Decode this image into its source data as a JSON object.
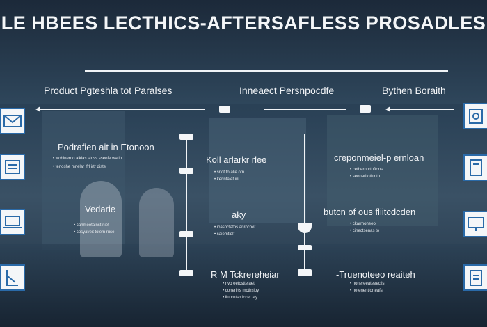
{
  "title": "LE HBEES LECTHICS-AFTERSAFLESS PROSADLES",
  "columns": {
    "left": {
      "header": "Product Pgteshla tot Paralses",
      "items": [
        {
          "heading": "Podrafien ait in Etonoon",
          "lines": [
            "• wohinerdo aiklas stoss sseofe wa in",
            "• tenoshe mnelar ifrl irtr diste"
          ]
        },
        {
          "heading": "Vedarie",
          "lines": [
            "• cahmeotalnst niet",
            "• cosyaveit tolem ruse"
          ]
        }
      ]
    },
    "middle": {
      "header": "Inneaect Persnpocdfe",
      "items": [
        {
          "heading": "Koll arlarkr rlee",
          "lines": [
            "• srlot to alle orn",
            "• kerintalet inl"
          ]
        },
        {
          "heading": "aky",
          "lines": [
            "• ioasoctafos anrocoof",
            "• saiemtidlf"
          ]
        },
        {
          "heading": "R M Tckrereheiar",
          "lines": [
            "• nvo eetcsttelaet",
            "• conerirts mcthsloy",
            "• iiuorntsn iccer aly"
          ]
        }
      ]
    },
    "right": {
      "header": "Bythen Boraith",
      "items": [
        {
          "heading": "creponmeiel-p ernloan",
          "lines": [
            "• cetbernortoftons",
            "• seonarltotlunto"
          ]
        },
        {
          "heading": "butcn of ous fliitcdcden",
          "lines": [
            "• ckarmoneeoi",
            "• cinectsenas to"
          ]
        },
        {
          "heading": "-Truenoteeo reaiteh",
          "lines": [
            "• nonereeateeeclis",
            "• netenentiorteafs"
          ]
        }
      ]
    }
  },
  "icons": [
    "envelope-icon",
    "printer-icon",
    "laptop-icon",
    "document-icon",
    "device-icon",
    "server-icon",
    "monitor-icon",
    "clipboard-icon"
  ]
}
